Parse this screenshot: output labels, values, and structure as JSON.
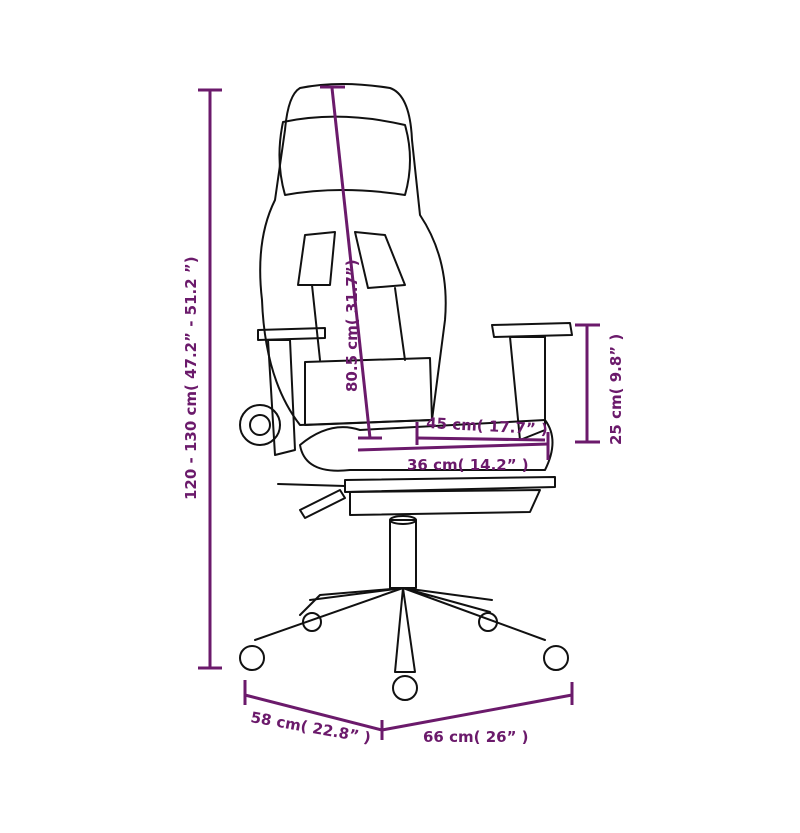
{
  "accent_color": "#6b1a6b",
  "dimensions": {
    "total_height": "120 - 130 cm( 47.2” - 51.2 ”)",
    "backrest_height": "80.5 cm( 31.7”)",
    "seat_depth": "45 cm( 17.7” )",
    "seat_width": "36 cm( 14.2” )",
    "armrest_height": "25 cm( 9.8” )",
    "base_depth": "58 cm( 22.8” )",
    "base_width": "66 cm( 26” )"
  }
}
